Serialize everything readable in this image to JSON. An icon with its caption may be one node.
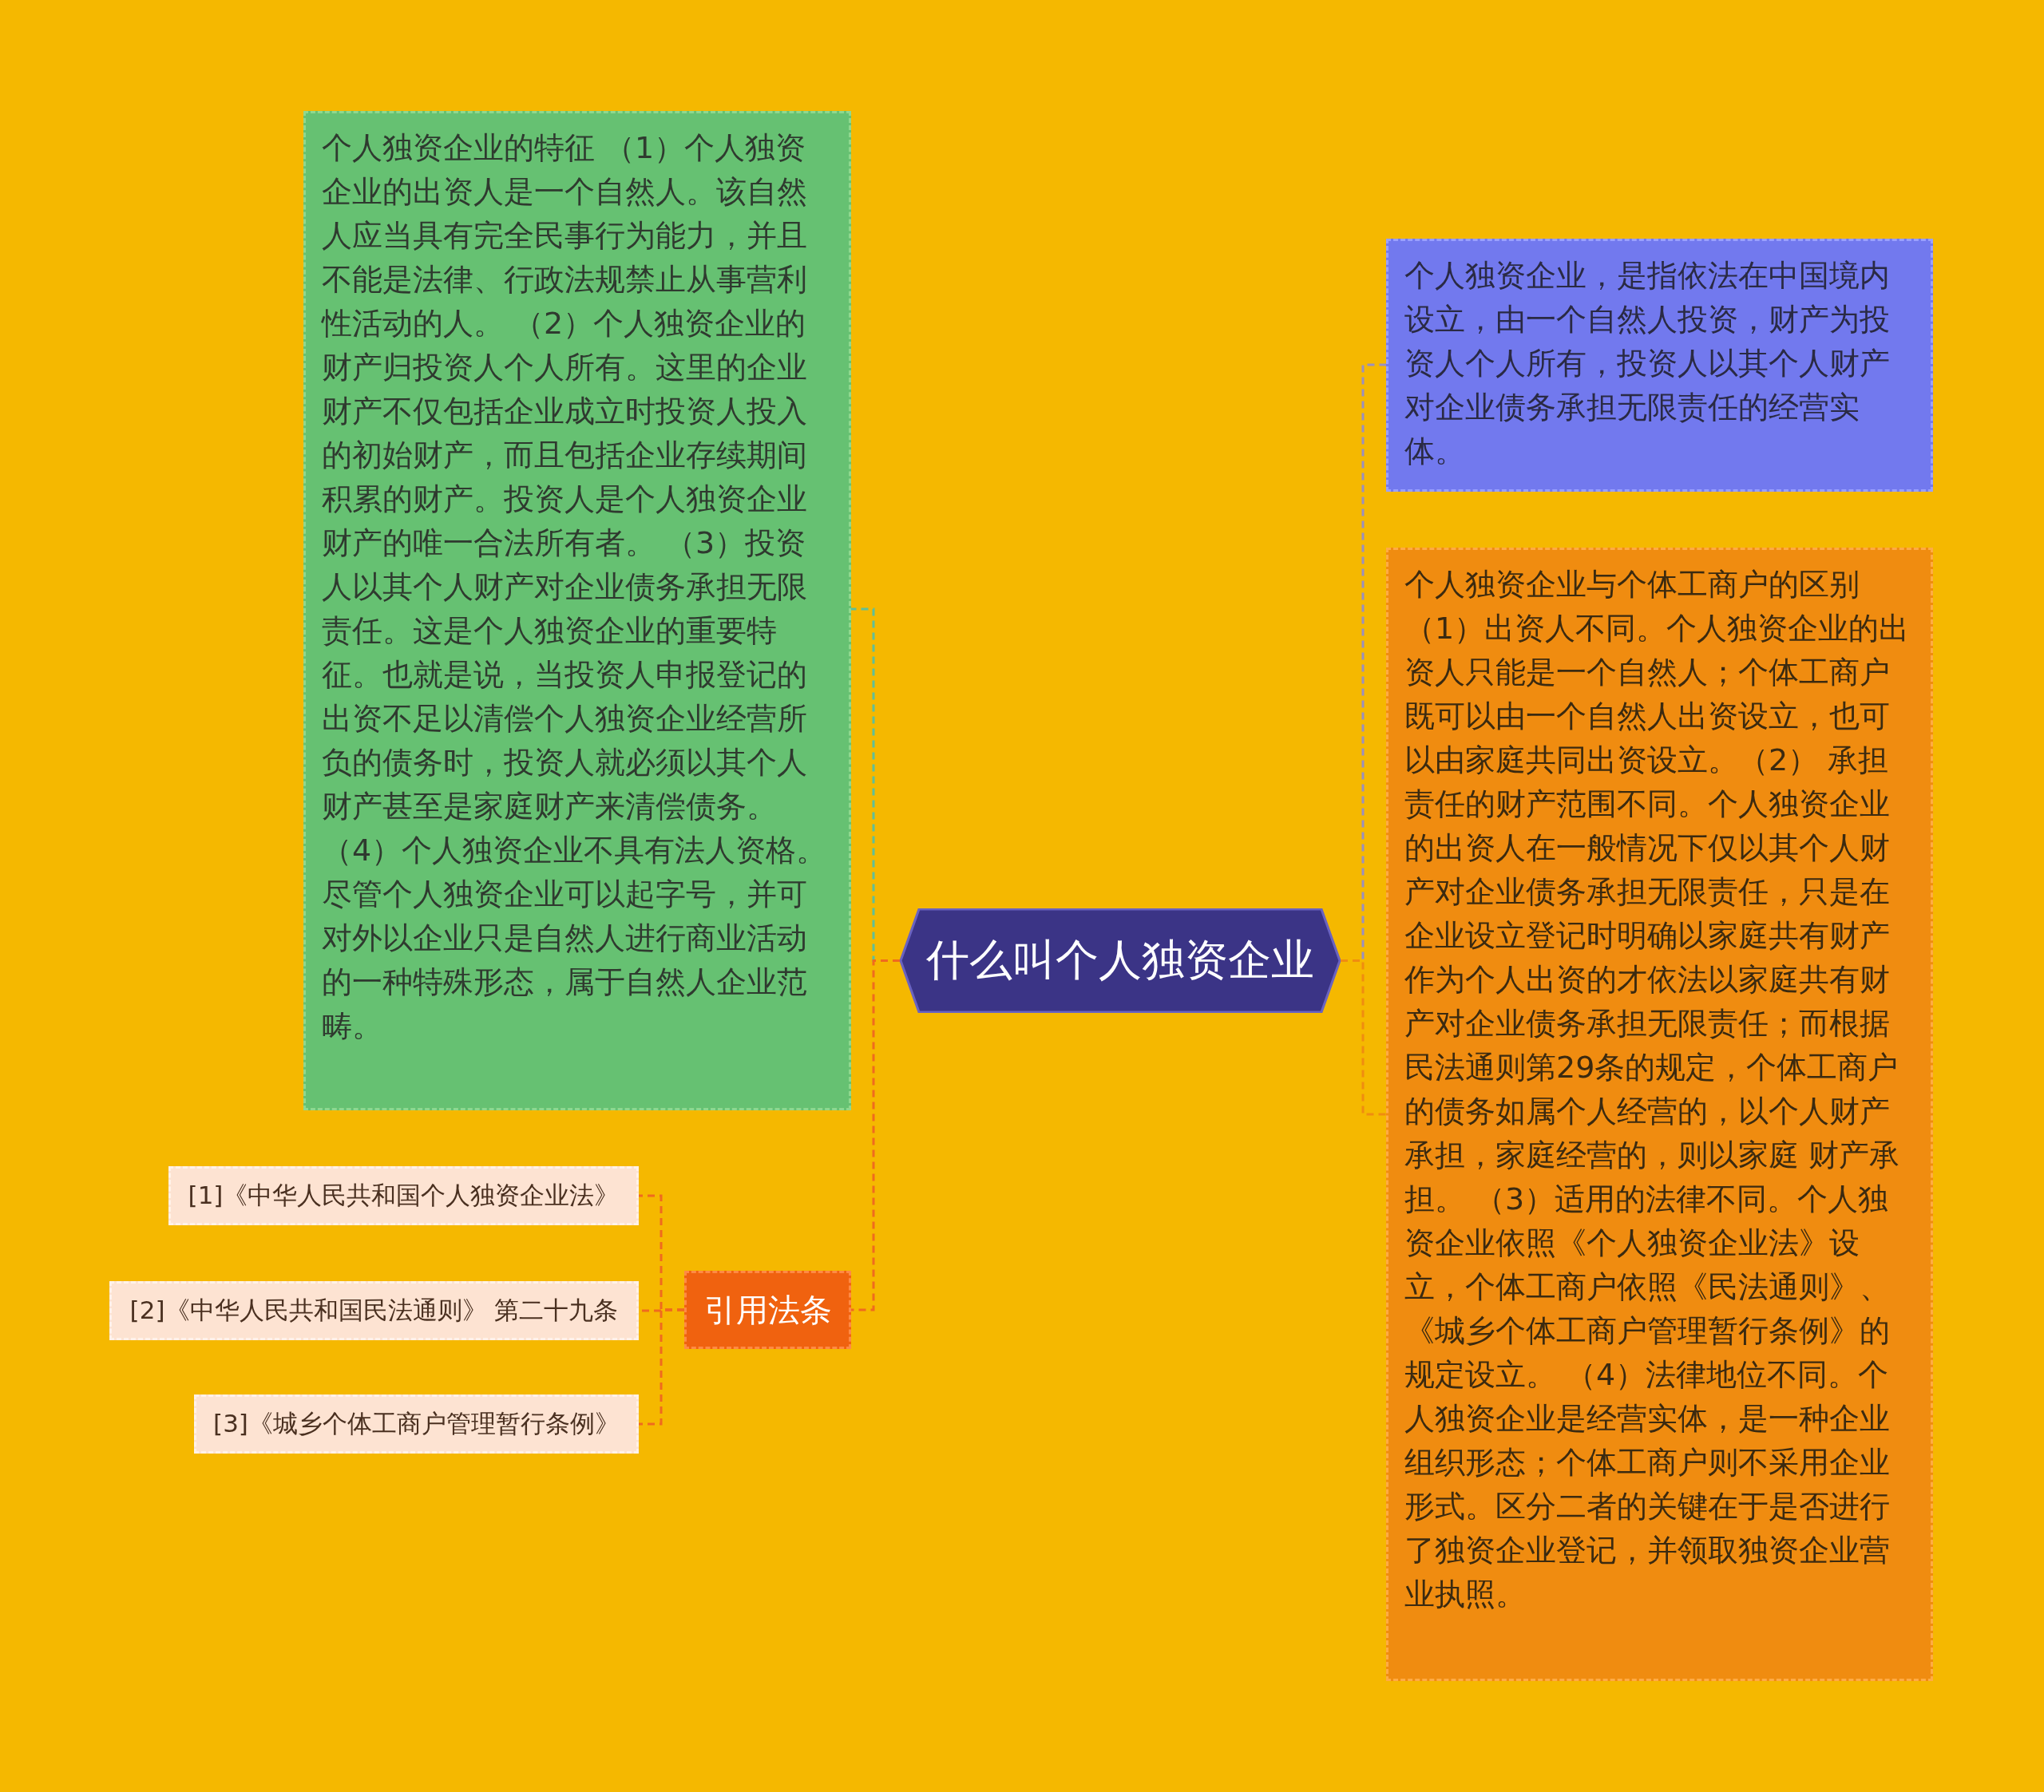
{
  "diagram": {
    "nodes": [
      {
        "text": [
          "什么叫个人独资企业"
        ]
      },
      {
        "text": [
          "个人独资企业的特征 （1）个人独资企业的出资人是一个自然人。该自然人应当具有完全民事行为能力，并且不能是法律、行政法规禁止从事营利性活动的人。 （2）个人独资企业的财产归投资人个人所有。这里的企业财产不仅包括企业成立时投资人投入的初始财产，而且包括企业存续期间积累的财产。投资人是个人独资企业财产的唯一合法所有者。 （3）投资人以其个人财产对企业债务承担无限责任。这是个人独资企业的重要特征。也就是说，当投资人申报登记的出资不足以清偿个人独资企业经营所负的债务时，投资人就必须以其个人财产甚至是家庭财产来清偿债务。（4）个人独资企业不具有法人资格。尽管个人独资企业可以起字号，并可对外以企业只是自然人进行商业活动的一种特殊形态，属于自然人企业范畴。"
        ]
      },
      {
        "text": [
          "引用法条"
        ]
      },
      {
        "text": [
          "[1]《中华人民共和国个人独资企业法》"
        ]
      },
      {
        "text": [
          "[2]《中华人民共和国民法通则》 第二十九条"
        ]
      },
      {
        "text": [
          "[3]《城乡个体工商户管理暂行条例》"
        ]
      },
      {
        "text": [
          "个人独资企业，是指依法在中国境内设立，由一个自然人投资，财产为投资人个人所有，投资人以其个人财产对企业债务承担无限责任的经营实体。"
        ]
      },
      {
        "text": [
          "个人独资企业与个体工商户的区别（1）出资人不同。个人独资企业的出资人只能是一个自然人；个体工商户既可以由一个自然人出资设立，也可以由家庭共同出资设立。（2） 承担责任的财产范围不同。个人独资企业的出资人在一般情况下仅以其个人财产对企业债务承担无限责任，只是在企业设立登记时明确以家庭共有财产作为个人出资的才依法以家庭共有财产对企业债务承担无限责任；而根据民法通则第29条的规定，个体工商户的债务如属个人经营的，以个人财产承担，家庭经营的，则以家庭 财产承担。 （3）适用的法律不同。个人独资企业依照《个人独资企业法》设立，个体工商户依照《民法通则》、《城乡个体工商户管理暂行条例》的规定设立。 （4）法律地位不同。个人独资企业是经营实体，是一种企业组织形态；个体工商户则不采用企业形式。区分二者的关键在于是否进行了独资企业登记，并领取独资企业营业执照。"
        ]
      }
    ],
    "edges": [
      {
        "from": 0,
        "to": 1,
        "arrow": "none",
        "style": "dashed",
        "color": "#5fbf9a"
      },
      {
        "from": 0,
        "to": 2,
        "arrow": "none",
        "style": "dashed",
        "color": "#f06a1e"
      },
      {
        "from": 2,
        "to": 3,
        "arrow": "none",
        "style": "dashed",
        "color": "#f06a1e"
      },
      {
        "from": 2,
        "to": 4,
        "arrow": "none",
        "style": "dashed",
        "color": "#f06a1e"
      },
      {
        "from": 2,
        "to": 5,
        "arrow": "none",
        "style": "dashed",
        "color": "#f06a1e"
      },
      {
        "from": 0,
        "to": 6,
        "arrow": "none",
        "style": "dashed",
        "color": "#9a8fc0"
      },
      {
        "from": 0,
        "to": 7,
        "arrow": "none",
        "style": "dashed",
        "color": "#f08c10"
      }
    ]
  }
}
